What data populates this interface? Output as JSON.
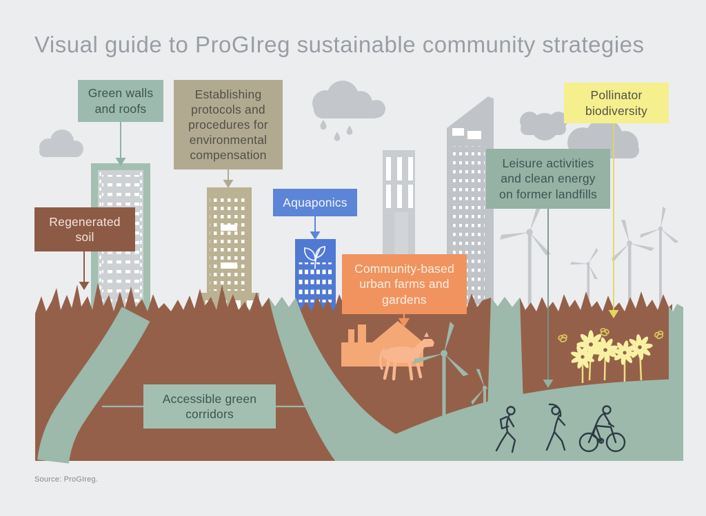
{
  "title": "Visual guide to ProGIreg sustainable community strategies",
  "source": "Source: ProGIreg.",
  "labels": {
    "green_walls": "Green walls and roofs",
    "protocols": "Establishing protocols and procedures for environmental compensation",
    "regenerated_soil": "Regenerated soil",
    "aquaponics": "Aquaponics",
    "urban_farms": "Community-based urban farms and gardens",
    "leisure": "Leisure activities and clean energy on former landfills",
    "pollinator": "Pollinator biodiversity",
    "green_corridors": "Accessible green corridors"
  },
  "colors": {
    "background": "#ecedef",
    "title_text": "#999ea4",
    "sage_box": "#9cbaad",
    "sage_leisure_box": "#95b2a4",
    "sage_corridor_box": "#a3bfb1",
    "sage_path": "#9cb9ab",
    "tan_box": "#b2aa90",
    "tan_building": "#bab293",
    "brown_soil": "#94604a",
    "brown_box": "#8d5a45",
    "blue_box": "#5c84d7",
    "blue_building": "#5079d3",
    "orange_box": "#f0935e",
    "orange_farm": "#f4a876",
    "orange_horse": "#f8b78f",
    "yellow_box": "#f5ef8e",
    "yellow_flower": "#f8f1a3",
    "yellow_line": "#e4d55f",
    "gray_building": "#c3c7cb",
    "gray_cloud": "#c4c8cc",
    "people_outline": "#2d3b45"
  },
  "icons": [
    "cloud-icon",
    "rain-cloud-icon",
    "building-icon",
    "wind-turbine-icon",
    "leaf-icon",
    "farm-icon",
    "horse-icon",
    "flower-icon",
    "bee-icon",
    "walking-person-icon",
    "exercising-person-icon",
    "cyclist-icon",
    "down-arrow-icon",
    "left-arrow-icon",
    "right-arrow-icon"
  ]
}
